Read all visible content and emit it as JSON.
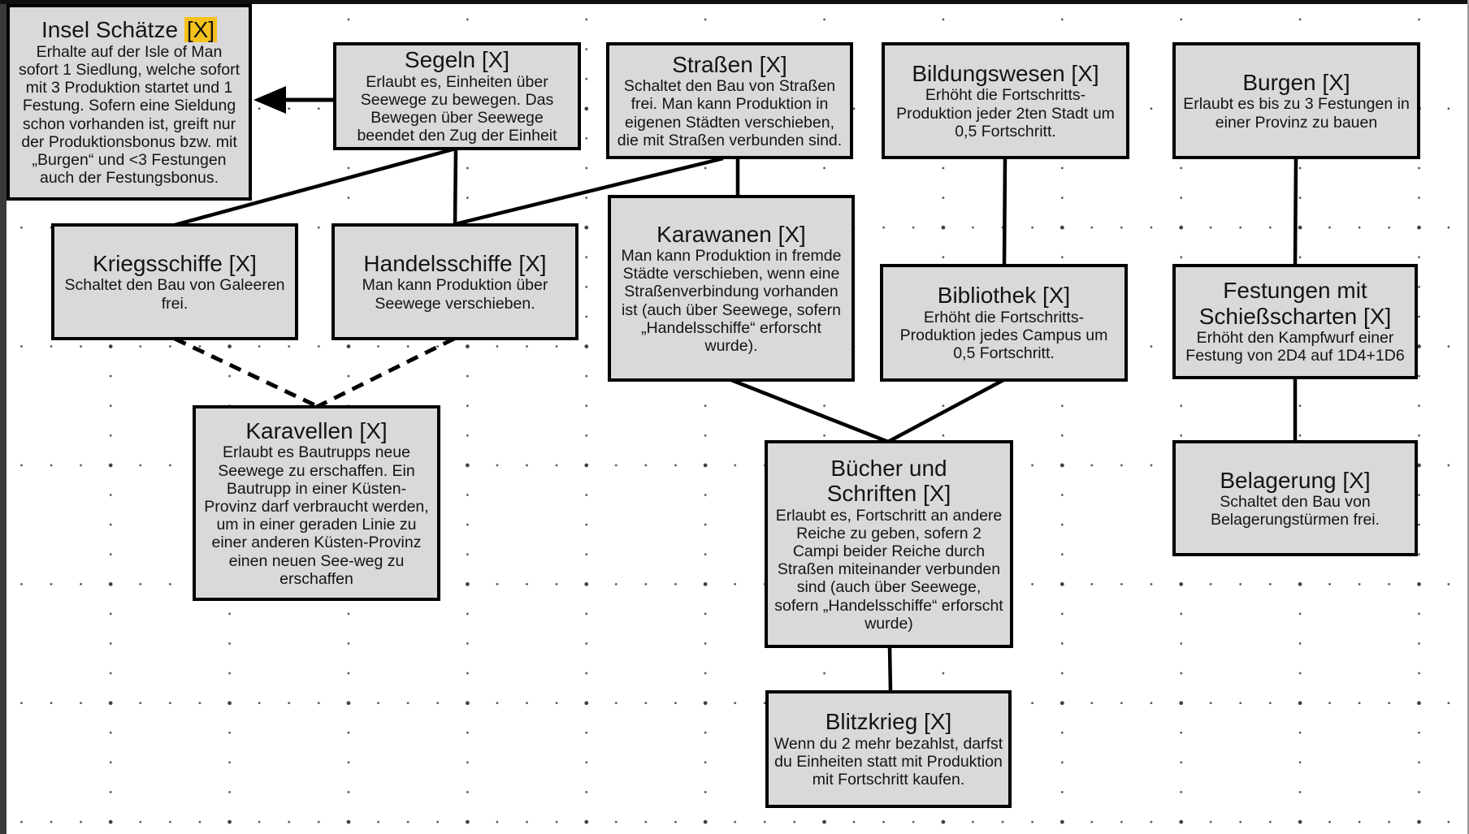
{
  "diagram": {
    "kind": "tech-tree",
    "language": "de",
    "colors": {
      "node_fill": "#d9d9d9",
      "node_border": "#000000",
      "background": "#ffffff",
      "tag_highlight": "#f5c21c",
      "grid_dots": "#4a4a4a"
    },
    "nodes": [
      {
        "id": "insel-schaetze",
        "title": "Insel Schätze",
        "tag_highlighted": "[X]",
        "body": "Erhalte auf der Isle of Man sofort 1 Siedlung, welche sofort mit 3 Produktion startet und 1 Festung. Sofern eine Sieldung schon vorhanden ist, greift nur der Produktionsbonus bzw. mit „Burgen“ und <3 Festungen auch der Festungsbonus."
      },
      {
        "id": "segeln",
        "title": "Segeln [X]",
        "body": "Erlaubt es, Einheiten über Seewege zu bewegen. Das Bewegen über Seewege beendet den Zug der Einheit"
      },
      {
        "id": "strassen",
        "title": "Straßen [X]",
        "body": "Schaltet den Bau von Straßen frei. Man kann Produktion in eigenen Städten verschieben, die mit Straßen verbunden sind."
      },
      {
        "id": "bildungswesen",
        "title": "Bildungswesen [X]",
        "body": "Erhöht die Fortschritts-Produktion jeder 2ten Stadt um 0,5 Fortschritt."
      },
      {
        "id": "burgen",
        "title": "Burgen [X]",
        "body": "Erlaubt es bis zu 3 Festungen in einer Provinz zu bauen"
      },
      {
        "id": "kriegsschiffe",
        "title": "Kriegsschiffe [X]",
        "body": "Schaltet den Bau von Galeeren frei."
      },
      {
        "id": "handelsschiffe",
        "title": "Handelsschiffe [X]",
        "body": "Man kann Produktion über Seewege verschieben."
      },
      {
        "id": "karawanen",
        "title": "Karawanen [X]",
        "body": "Man kann Produktion in fremde Städte verschieben, wenn eine Straßenverbindung vorhanden ist (auch über Seewege, sofern „Handelsschiffe“ erforscht wurde)."
      },
      {
        "id": "bibliothek",
        "title": "Bibliothek [X]",
        "body": "Erhöht die Fortschritts-Produktion jedes Campus um 0,5 Fortschritt."
      },
      {
        "id": "festungen-mit-schiessscharten",
        "title": "Festungen mit\nSchießscharten [X]",
        "body": "Erhöht den Kampfwurf einer Festung von 2D4 auf 1D4+1D6"
      },
      {
        "id": "karavellen",
        "title": "Karavellen [X]",
        "body": "Erlaubt es Bautrupps neue Seewege zu erschaffen. Ein Bautrupp in einer Küsten-Provinz darf verbraucht werden, um in einer geraden Linie zu einer anderen Küsten-Provinz einen neuen See-weg zu erschaffen"
      },
      {
        "id": "buecher-und-schriften",
        "title": "Bücher und\nSchriften [X]",
        "body": "Erlaubt es, Fortschritt an andere Reiche zu geben, sofern 2 Campi beider Reiche durch Straßen miteinander verbunden sind (auch über Seewege, sofern „Handelsschiffe“ erforscht wurde)"
      },
      {
        "id": "belagerung",
        "title": "Belagerung [X]",
        "body": "Schaltet den Bau von Belagerungstürmen frei."
      },
      {
        "id": "blitzkrieg",
        "title": "Blitzkrieg [X]",
        "body": "Wenn du 2 mehr bezahlst, darfst du Einheiten statt mit Produktion mit Fortschritt kaufen."
      }
    ],
    "edges": [
      {
        "from": "segeln",
        "to": "insel-schaetze",
        "style": "solid-arrow"
      },
      {
        "from": "segeln",
        "to": "kriegsschiffe",
        "style": "solid"
      },
      {
        "from": "segeln",
        "to": "handelsschiffe",
        "style": "solid"
      },
      {
        "from": "strassen",
        "to": "handelsschiffe",
        "style": "solid"
      },
      {
        "from": "strassen",
        "to": "karawanen",
        "style": "solid"
      },
      {
        "from": "bildungswesen",
        "to": "bibliothek",
        "style": "solid"
      },
      {
        "from": "burgen",
        "to": "festungen-mit-schiessscharten",
        "style": "solid"
      },
      {
        "from": "kriegsschiffe",
        "to": "karavellen",
        "style": "dashed"
      },
      {
        "from": "handelsschiffe",
        "to": "karavellen",
        "style": "dashed"
      },
      {
        "from": "karawanen",
        "to": "buecher-und-schriften",
        "style": "solid"
      },
      {
        "from": "bibliothek",
        "to": "buecher-und-schriften",
        "style": "solid"
      },
      {
        "from": "festungen-mit-schiessscharten",
        "to": "belagerung",
        "style": "solid"
      },
      {
        "from": "buecher-und-schriften",
        "to": "blitzkrieg",
        "style": "solid"
      }
    ]
  }
}
